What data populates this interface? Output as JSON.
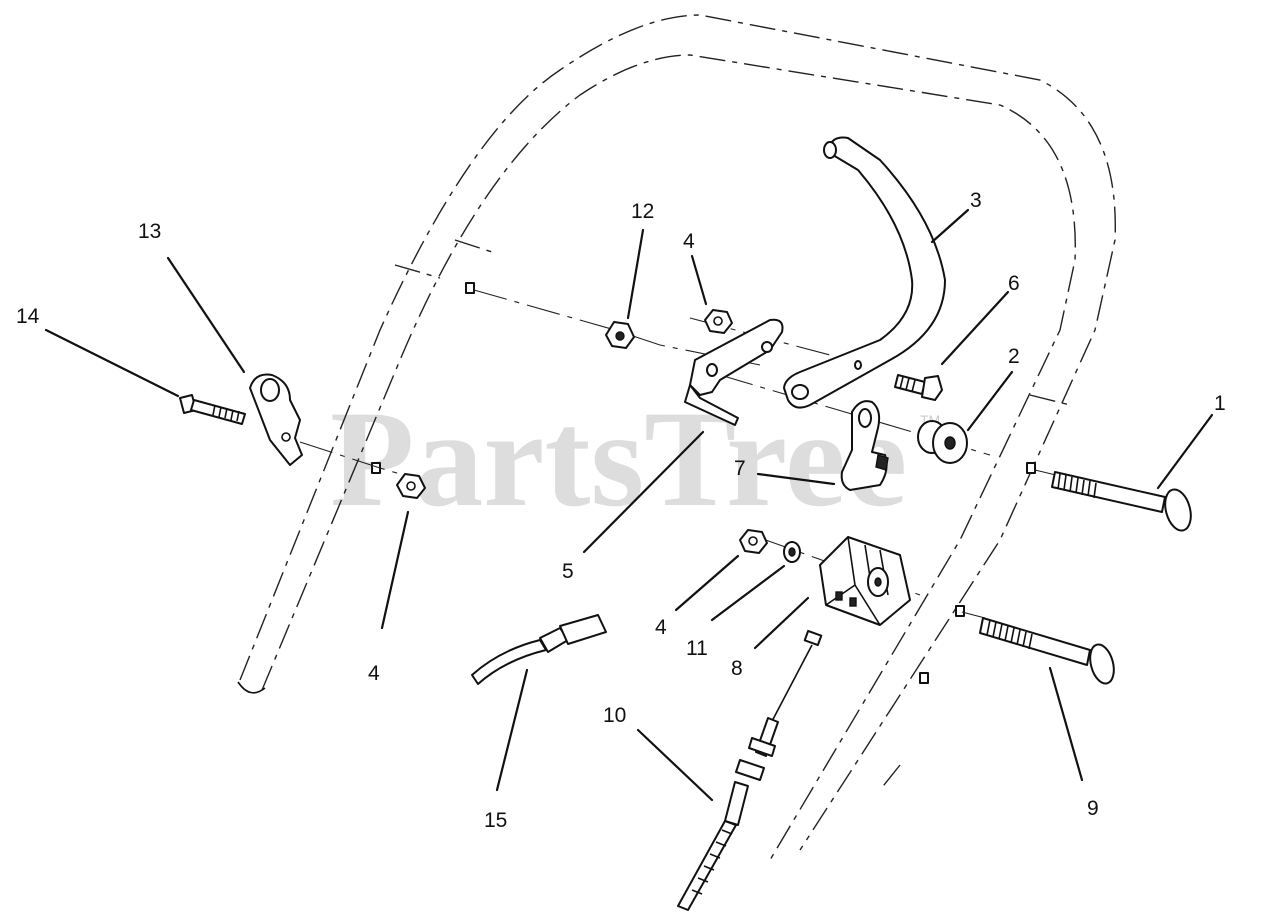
{
  "watermark": {
    "text": "PartsTree",
    "trademark": "TM"
  },
  "callouts": [
    {
      "label": "1"
    },
    {
      "label": "2"
    },
    {
      "label": "3"
    },
    {
      "label": "4"
    },
    {
      "label": "4"
    },
    {
      "label": "4"
    },
    {
      "label": "5"
    },
    {
      "label": "6"
    },
    {
      "label": "7"
    },
    {
      "label": "8"
    },
    {
      "label": "9"
    },
    {
      "label": "10"
    },
    {
      "label": "11"
    },
    {
      "label": "12"
    },
    {
      "label": "13"
    },
    {
      "label": "14"
    },
    {
      "label": "15"
    }
  ]
}
